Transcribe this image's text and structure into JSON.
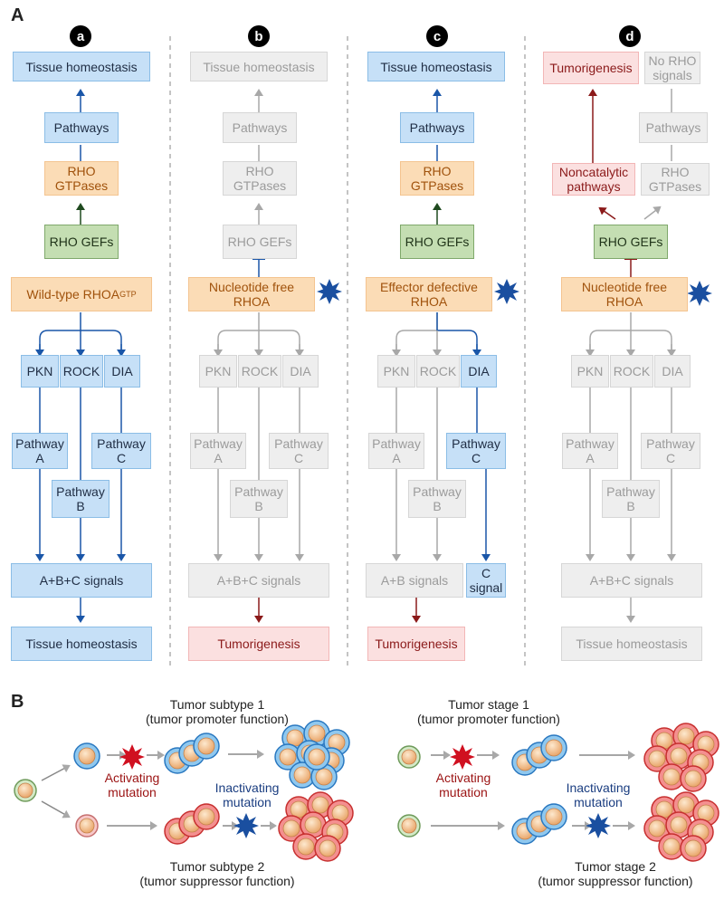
{
  "panel_a_label": "A",
  "panel_b_label": "B",
  "columns": [
    {
      "letter": "a"
    },
    {
      "letter": "b"
    },
    {
      "letter": "c"
    },
    {
      "letter": "d"
    }
  ],
  "labels": {
    "tissue_homeostasis": "Tissue homeostasis",
    "pathways": "Pathways",
    "rho_gtpases": "RHO GTPases",
    "rho_gefs": "RHO GEFs",
    "wildtype": "Wild-type RHOA",
    "wildtype_sup": "GTP",
    "nucleotide_free": "Nucleotide free RHOA",
    "effector_defective": "Effector defective RHOA",
    "pkn": "PKN",
    "rock": "ROCK",
    "dia": "DIA",
    "pathway_a": "Pathway A",
    "pathway_b": "Pathway B",
    "pathway_c": "Pathway C",
    "abc_signals": "A+B+C signals",
    "ab_signals": "A+B signals",
    "c_signal": "C signal",
    "tumorigenesis": "Tumorigenesis",
    "no_rho_signals": "No RHO signals",
    "noncatalytic": "Noncatalytic pathways"
  },
  "panel_b": {
    "subtype1_title": "Tumor subtype 1",
    "subtype1_sub": "(tumor promoter function)",
    "subtype2_title": "Tumor subtype 2",
    "subtype2_sub": "(tumor suppressor function)",
    "stage1_title": "Tumor stage 1",
    "stage1_sub": "(tumor promoter function)",
    "stage2_title": "Tumor stage 2",
    "stage2_sub": "(tumor suppressor function)",
    "activating": "Activating mutation",
    "inactivating": "Inactivating mutation"
  },
  "colors": {
    "blue_arrow": "#1a56a8",
    "gray_arrow": "#a8a8a8",
    "red_arrow": "#8b1a1a",
    "green_arrow": "#1f4a1f",
    "blue_star": "#1a4fa0",
    "red_star": "#d01020"
  }
}
